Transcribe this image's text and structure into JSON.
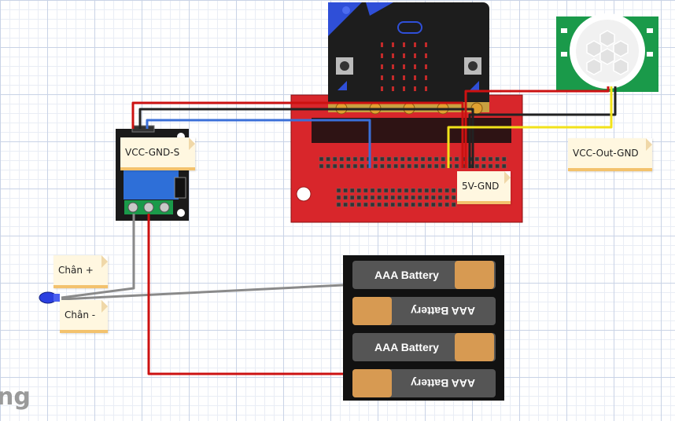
{
  "labels": {
    "relay_pins": "VCC-GND-S",
    "pir_pins": "VCC-Out-GND",
    "power_pins": "5V-GND",
    "led_plus": "Chân +",
    "led_minus": "Chân -"
  },
  "battery": {
    "cells": [
      "AAA Battery",
      "AAA Battery",
      "AAA Battery",
      "AAA Battery"
    ]
  },
  "watermark": "ng",
  "colors": {
    "board_red": "#d8262b",
    "microbit_black": "#1d1d1d",
    "microbit_blue": "#2f4fd8",
    "wire_red": "#cc1111",
    "wire_black": "#222222",
    "wire_blue": "#3a6fd8",
    "wire_yellow": "#f2e21a",
    "wire_gray": "#8a8a8a",
    "note_bg": "#fff7e0"
  }
}
